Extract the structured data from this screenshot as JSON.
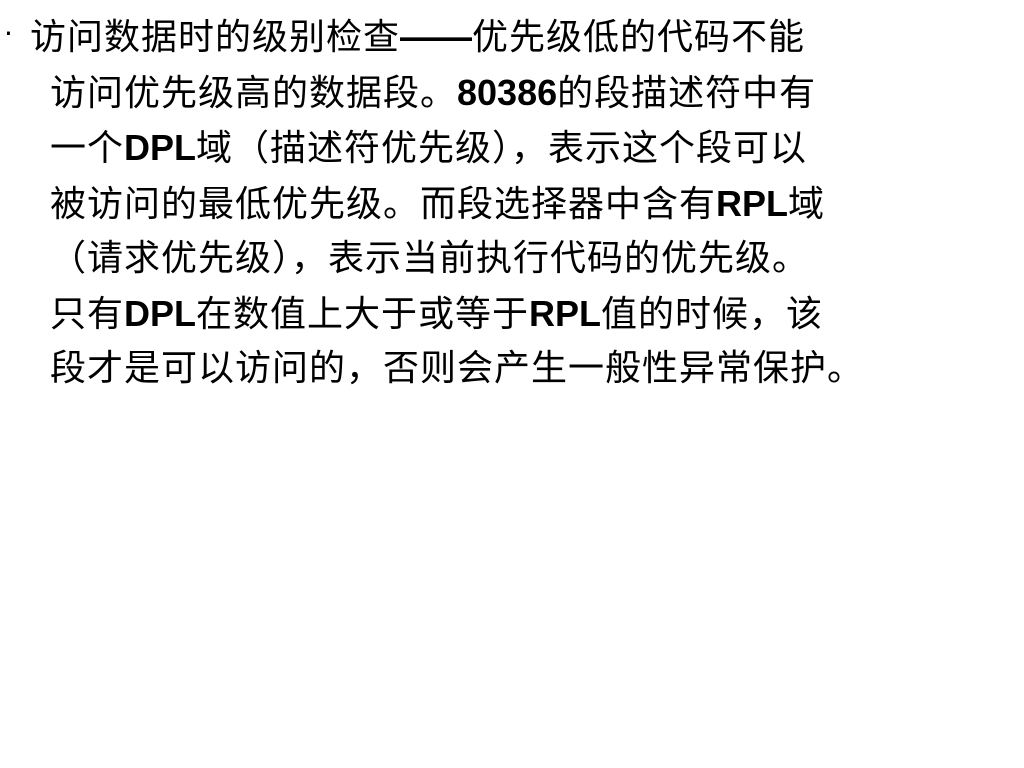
{
  "slide": {
    "bullet": "·",
    "lines": [
      [
        "访问数据时的级别检查",
        "——",
        "优先级低的代码不能"
      ],
      [
        "访问优先级高的数据段。",
        "80386",
        "的段描述符中有"
      ],
      [
        "一个",
        "DPL",
        "域（描述符优先级），表示这个段可以"
      ],
      [
        "被访问的最低优先级。而段选择器中含有",
        "RPL",
        "域"
      ],
      [
        "（请求优先级），表示当前执行代码的优先级。"
      ],
      [
        "只有",
        "DPL",
        "在数值上大于或等于",
        "RPL",
        "值的时候，该"
      ],
      [
        "段才是可以访问的，否则会产生一般性异常保护。"
      ]
    ]
  }
}
